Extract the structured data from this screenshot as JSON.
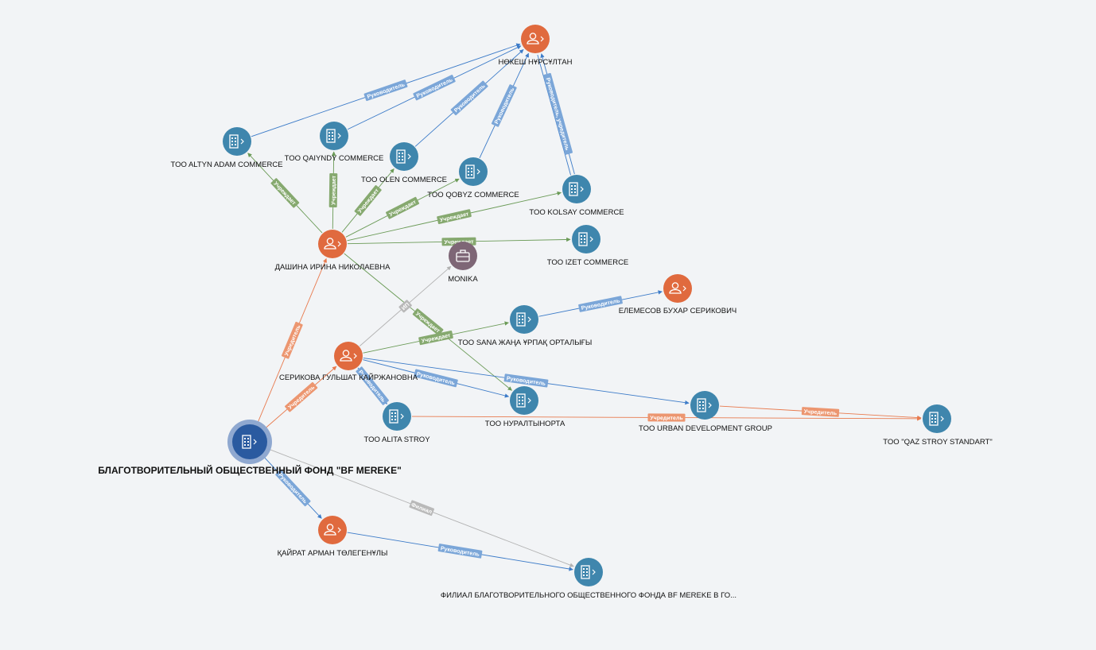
{
  "graph": {
    "colors": {
      "background": "#f2f4f6",
      "person": "#e06a3e",
      "company": "#3f86ad",
      "main": "#2a5aa0",
      "main_ring": "#8fa8d0",
      "other": "#7e6676",
      "edge_manager": "#3c7bc8",
      "edge_manager_label": "#7ba6d8",
      "edge_founder": "#6a9a56",
      "edge_founder_label": "#86a96f",
      "edge_founder_org": "#e87a4e",
      "edge_founder_org_label": "#ec9670",
      "edge_branch": "#b2b2b2",
      "edge_branch_label": "#b9b9b9"
    },
    "nodes": [
      {
        "id": "nokesh",
        "label": "НӨКЕШ НҰРСҰЛТАН",
        "kind": "person",
        "icon": "person-icon"
      },
      {
        "id": "altyn",
        "label": "TOO ALTYN ADAM COMMERCE",
        "kind": "company",
        "icon": "building-icon"
      },
      {
        "id": "qaiyndy",
        "label": "TOO QAIYNDY COMMERCE",
        "kind": "company",
        "icon": "building-icon"
      },
      {
        "id": "olen",
        "label": "TOO OLEN COMMERCE",
        "kind": "company",
        "icon": "building-icon"
      },
      {
        "id": "qobyz",
        "label": "TOO QOBYZ COMMERCE",
        "kind": "company",
        "icon": "building-icon"
      },
      {
        "id": "kolsay",
        "label": "TOO KOLSAY COMMERCE",
        "kind": "company",
        "icon": "building-icon"
      },
      {
        "id": "izet",
        "label": "TOO IZET COMMERCE",
        "kind": "company",
        "icon": "building-icon"
      },
      {
        "id": "dashina",
        "label": "ДАШИНА ИРИНА НИКОЛАЕВНА",
        "kind": "person",
        "icon": "person-icon"
      },
      {
        "id": "monika",
        "label": "MONIKA",
        "kind": "other",
        "icon": "briefcase-icon"
      },
      {
        "id": "elemesov",
        "label": "ЕЛЕМЕСОВ БУХАР СЕРИКОВИЧ",
        "kind": "person",
        "icon": "person-icon"
      },
      {
        "id": "sana",
        "label": "TOO SANA ЖАҢА ҰРПАҚ ОРТАЛЫҒЫ",
        "kind": "company",
        "icon": "building-icon"
      },
      {
        "id": "serikova",
        "label": "СЕРИКОВА ГУЛЬШАТ КАЙРЖАНОВНА",
        "kind": "person",
        "icon": "person-icon"
      },
      {
        "id": "nuraltyn",
        "label": "TOO НУРАЛТЫНОРТА",
        "kind": "company",
        "icon": "building-icon"
      },
      {
        "id": "alita",
        "label": "TOO ALITA STROY",
        "kind": "company",
        "icon": "building-icon"
      },
      {
        "id": "urban",
        "label": "TOO URBAN DEVELOPMENT GROUP",
        "kind": "company",
        "icon": "building-icon"
      },
      {
        "id": "qaz",
        "label": "TOO \"QAZ STROY STANDART\"",
        "kind": "company",
        "icon": "building-icon"
      },
      {
        "id": "main",
        "label": "БЛАГОТВОРИТЕЛЬНЫЙ ОБЩЕСТВЕННЫЙ ФОНД \"BF MEREKE\"",
        "kind": "main",
        "icon": "building-icon"
      },
      {
        "id": "kairat",
        "label": "ҚАЙРАТ АРМАН ТӨЛЕГЕНҰЛЫ",
        "kind": "person",
        "icon": "person-icon"
      },
      {
        "id": "filial",
        "label": "ФИЛИАЛ БЛАГОТВОРИТЕЛЬНОГО ОБЩЕСТВЕННОГО ФОНДА BF MEREKE В ГО...",
        "kind": "company",
        "icon": "building-icon"
      }
    ],
    "edges": [
      {
        "from": "altyn",
        "to": "nokesh",
        "type": "manager",
        "label": "Руководитель"
      },
      {
        "from": "qaiyndy",
        "to": "nokesh",
        "type": "manager",
        "label": "Руководитель"
      },
      {
        "from": "olen",
        "to": "nokesh",
        "type": "manager",
        "label": "Руководитель"
      },
      {
        "from": "qobyz",
        "to": "nokesh",
        "type": "manager",
        "label": "Руководитель"
      },
      {
        "from": "kolsay",
        "to": "nokesh",
        "type": "manager",
        "label": "Руководитель, учредитель"
      },
      {
        "from": "dashina",
        "to": "altyn",
        "type": "founder",
        "label": "Учреждает"
      },
      {
        "from": "dashina",
        "to": "qaiyndy",
        "type": "founder",
        "label": "Учреждает"
      },
      {
        "from": "dashina",
        "to": "olen",
        "type": "founder",
        "label": "Учреждает"
      },
      {
        "from": "dashina",
        "to": "qobyz",
        "type": "founder",
        "label": "Учреждает"
      },
      {
        "from": "dashina",
        "to": "kolsay",
        "type": "founder",
        "label": "Учреждает"
      },
      {
        "from": "dashina",
        "to": "izet",
        "type": "founder",
        "label": "Учреждает"
      },
      {
        "from": "dashina",
        "to": "nuraltyn",
        "type": "founder",
        "label": "Учреждает"
      },
      {
        "from": "serikova",
        "to": "monika",
        "type": "branch",
        "label": "ИП"
      },
      {
        "from": "serikova",
        "to": "sana",
        "type": "founder",
        "label": "Учреждает"
      },
      {
        "from": "sana",
        "to": "elemesov",
        "type": "manager",
        "label": "Руководитель"
      },
      {
        "from": "serikova",
        "to": "alita",
        "type": "manager",
        "label": "Руководитель"
      },
      {
        "from": "serikova",
        "to": "nuraltyn",
        "type": "manager",
        "label": "Руководитель"
      },
      {
        "from": "serikova",
        "to": "urban",
        "type": "manager",
        "label": "Руководитель"
      },
      {
        "from": "alita",
        "to": "qaz",
        "type": "founder_org",
        "label": "Учредитель"
      },
      {
        "from": "urban",
        "to": "qaz",
        "type": "founder_org",
        "label": "Учредитель"
      },
      {
        "from": "main",
        "to": "dashina",
        "type": "founder_org",
        "label": "Учредитель"
      },
      {
        "from": "main",
        "to": "serikova",
        "type": "founder_org",
        "label": "Учредитель"
      },
      {
        "from": "main",
        "to": "kairat",
        "type": "manager",
        "label": "Руководитель"
      },
      {
        "from": "main",
        "to": "filial",
        "type": "branch",
        "label": "Филиал"
      },
      {
        "from": "kairat",
        "to": "filial",
        "type": "manager",
        "label": "Руководитель"
      }
    ]
  }
}
